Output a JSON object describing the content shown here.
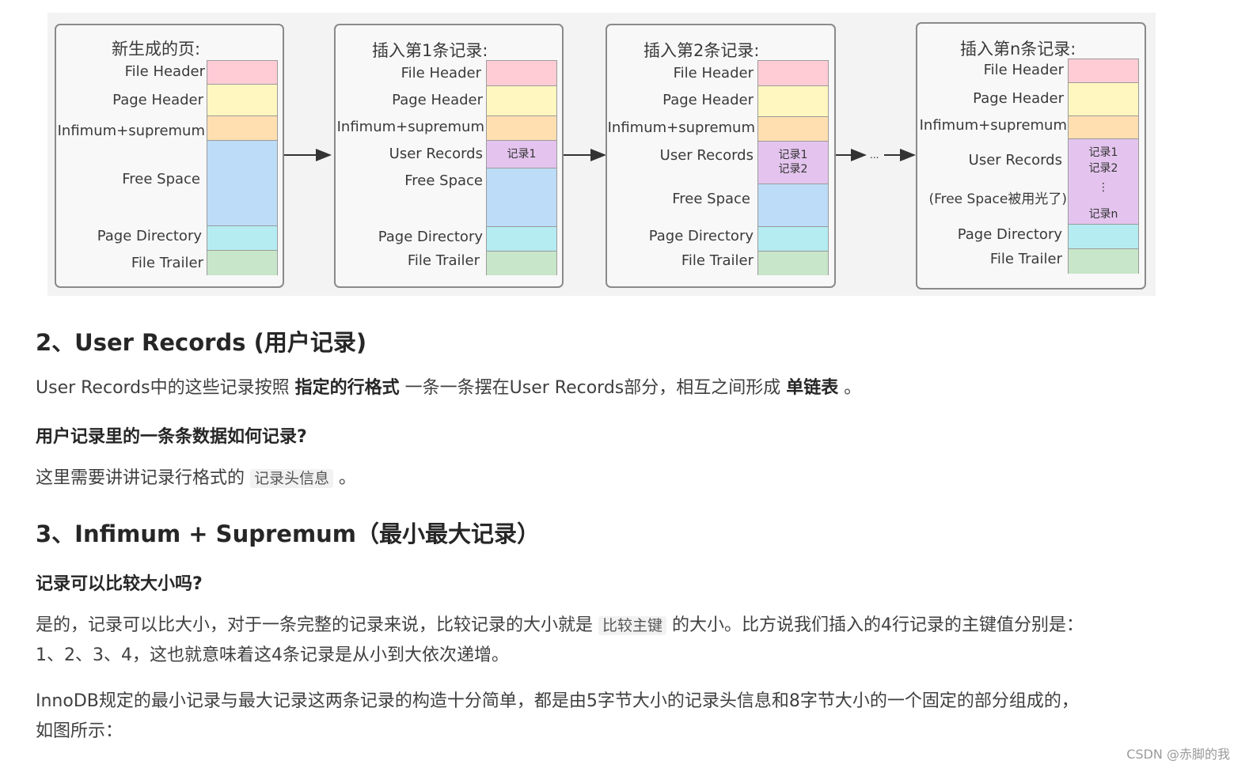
{
  "diagram": {
    "ellipsis": "...",
    "pages": [
      {
        "title": "新生成的页:",
        "segments": [
          {
            "label": "File Header",
            "color": "#ffccd5"
          },
          {
            "label": "Page Header",
            "color": "#fff7bf"
          },
          {
            "label": "Infimum+supremum",
            "color": "#ffdfb0"
          },
          {
            "label": "Free Space",
            "color": "#bcdcf7"
          },
          {
            "label": "Page Directory",
            "color": "#b4ecf1"
          },
          {
            "label": "File Trailer",
            "color": "#c8e6c9"
          }
        ]
      },
      {
        "title": "插入第1条记录:",
        "segments": [
          {
            "label": "File Header",
            "color": "#ffccd5"
          },
          {
            "label": "Page Header",
            "color": "#fff7bf"
          },
          {
            "label": "Infimum+supremum",
            "color": "#ffdfb0"
          },
          {
            "label": "User Records",
            "color": "#e4c4ee",
            "records": [
              "记录1"
            ]
          },
          {
            "label": "Free Space",
            "color": "#bcdcf7"
          },
          {
            "label": "Page Directory",
            "color": "#b4ecf1"
          },
          {
            "label": "File Trailer",
            "color": "#c8e6c9"
          }
        ]
      },
      {
        "title": "插入第2条记录:",
        "segments": [
          {
            "label": "File Header",
            "color": "#ffccd5"
          },
          {
            "label": "Page Header",
            "color": "#fff7bf"
          },
          {
            "label": "Infimum+supremum",
            "color": "#ffdfb0"
          },
          {
            "label": "User Records",
            "color": "#e4c4ee",
            "records": [
              "记录1",
              "记录2"
            ]
          },
          {
            "label": "Free Space",
            "color": "#bcdcf7"
          },
          {
            "label": "Page Directory",
            "color": "#b4ecf1"
          },
          {
            "label": "File Trailer",
            "color": "#c8e6c9"
          }
        ]
      },
      {
        "title": "插入第n条记录:",
        "segments": [
          {
            "label": "File Header",
            "color": "#ffccd5"
          },
          {
            "label": "Page Header",
            "color": "#fff7bf"
          },
          {
            "label": "Infimum+supremum",
            "color": "#ffdfb0"
          },
          {
            "label": "User Records",
            "label2": "(Free Space被用光了)",
            "color": "#e4c4ee",
            "records": [
              "记录1",
              "记录2",
              "⋮",
              "记录n"
            ]
          },
          {
            "label": "Page Directory",
            "color": "#b4ecf1"
          },
          {
            "label": "File Trailer",
            "color": "#c8e6c9"
          }
        ]
      }
    ]
  },
  "sections": {
    "h_user_records": "2、User Records (用户记录)",
    "p1_a": "User Records中的这些记录按照",
    "p1_b": "指定的行格式",
    "p1_c": "一条一条摆在User Records部分，相互之间形成",
    "p1_d": "单链表",
    "p1_e": "。",
    "h_how_record": "用户记录里的一条条数据如何记录?",
    "p2_a": "这里需要讲讲记录行格式的",
    "p2_code": "记录头信息",
    "p2_b": "。",
    "h_infimum": "3、Infimum + Supremum（最小最大记录）",
    "h_compare": "记录可以比较大小吗?",
    "p3_a": "是的，记录可以比大小，对于一条完整的记录来说，比较记录的大小就是",
    "p3_code": "比较主键",
    "p3_b": "的大小。比方说我们插入的4行记录的主键值分别是：",
    "p3_c": "1、2、3、4，这也就意味着这4条记录是从小到大依次递增。",
    "p4_a": "InnoDB规定的最小记录与最大记录这两条记录的构造十分简单，都是由5字节大小的记录头信息和8字节大小的一个固定的部分组成的，",
    "p4_b": "如图所示："
  },
  "watermark": "CSDN @赤脚的我"
}
